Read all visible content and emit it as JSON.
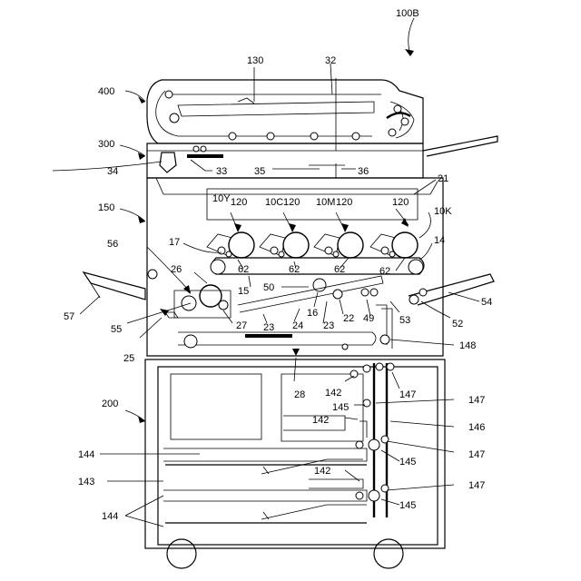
{
  "figure": {
    "reference": "100B",
    "labels": {
      "l400": "400",
      "l130": "130",
      "l32": "32",
      "l300": "300",
      "l34": "34",
      "l33": "33",
      "l35": "35",
      "l36": "36",
      "l21": "21",
      "l150": "150",
      "l10Y": "10Y",
      "l10C": "10C",
      "l10M": "10M",
      "l10K": "10K",
      "l120a": "120",
      "l120b": "120",
      "l120c": "120",
      "l120d": "120",
      "l56": "56",
      "l17": "17",
      "l14": "14",
      "l62a": "62",
      "l62b": "62",
      "l62c": "62",
      "l62d": "62",
      "l26": "26",
      "l15": "15",
      "l50": "50",
      "l54": "54",
      "l57": "57",
      "l16": "16",
      "l22": "22",
      "l49": "49",
      "l53": "53",
      "l52": "52",
      "l55": "55",
      "l27": "27",
      "l23a": "23",
      "l24": "24",
      "l23b": "23",
      "l25": "25",
      "l148": "148",
      "l28": "28",
      "l142a": "142",
      "l147a": "147",
      "l147b": "147",
      "l147c": "147",
      "l147d": "147",
      "l200": "200",
      "l145a": "145",
      "l145b": "145",
      "l145c": "145",
      "l142b": "142",
      "l146": "146",
      "l144a": "144",
      "l143": "143",
      "l142c": "142",
      "l144b": "144"
    }
  }
}
